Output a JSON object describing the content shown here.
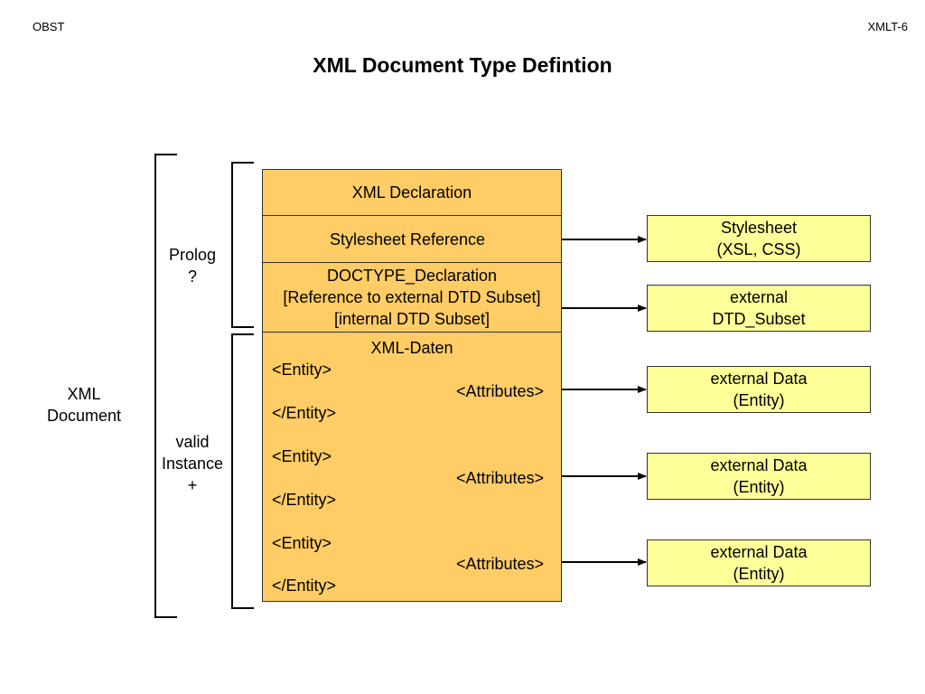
{
  "header": {
    "left": "OBST",
    "right": "XMLT-6"
  },
  "title": "XML Document Type Defintion",
  "labels": {
    "xml_document": [
      "XML",
      "Document"
    ],
    "prolog": [
      "Prolog",
      "?"
    ],
    "valid_instance": [
      "valid",
      "Instance",
      "+"
    ]
  },
  "document_cells": {
    "xml_declaration": "XML Declaration",
    "stylesheet_reference": "Stylesheet Reference",
    "doctype": [
      "DOCTYPE_Declaration",
      "[Reference to external DTD Subset]",
      "[internal DTD Subset]"
    ],
    "xml_data": {
      "heading": "XML-Daten",
      "entities": [
        {
          "open": "<Entity>",
          "attributes": "<Attributes>",
          "close": "</Entity>"
        },
        {
          "open": "<Entity>",
          "attributes": "<Attributes>",
          "close": "</Entity>"
        },
        {
          "open": "<Entity>",
          "attributes": "<Attributes>",
          "close": "</Entity>"
        }
      ]
    }
  },
  "external_boxes": {
    "stylesheet": [
      "Stylesheet",
      "(XSL, CSS)"
    ],
    "dtd_subset": [
      "external",
      "DTD_Subset"
    ],
    "data": [
      [
        "external Data",
        "(Entity)"
      ],
      [
        "external Data",
        "(Entity)"
      ],
      [
        "external Data",
        "(Entity)"
      ]
    ]
  },
  "colors": {
    "document_fill": "#ffcc66",
    "external_fill": "#ffff99",
    "border": "#333333"
  }
}
